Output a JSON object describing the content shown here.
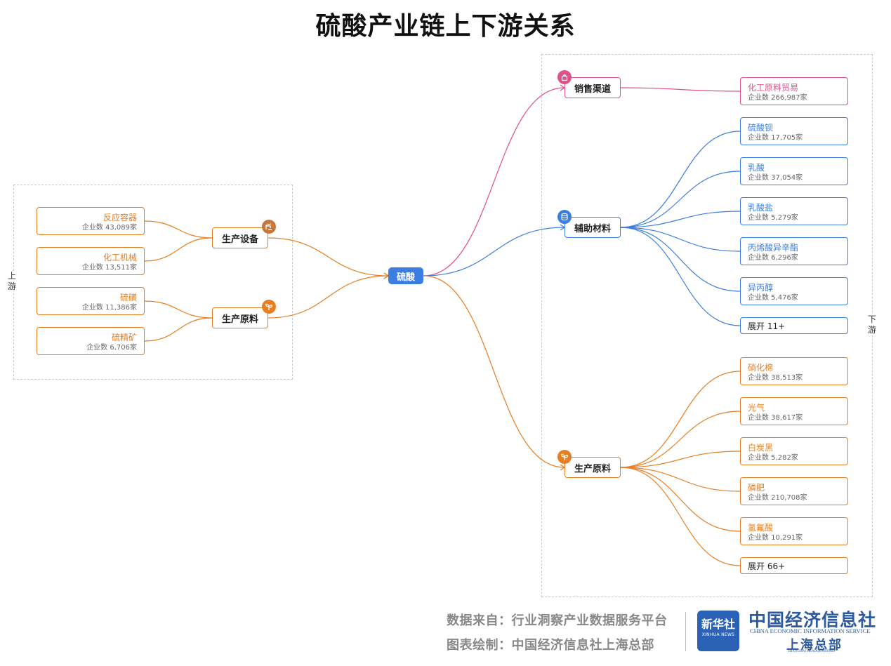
{
  "title": "硫酸产业链上下游关系",
  "labels": {
    "upstream": "上游",
    "downstream": "下游"
  },
  "root": "硫酸",
  "colors": {
    "orange": "#e67e22",
    "blue": "#3b7de0",
    "pink": "#e0508a"
  },
  "upstream": [
    {
      "name": "生产设备",
      "icon": "crane-icon",
      "children": [
        {
          "name": "反应容器",
          "count": "企业数 43,089家"
        },
        {
          "name": "化工机械",
          "count": "企业数 13,511家"
        }
      ]
    },
    {
      "name": "生产原料",
      "icon": "sprout-icon",
      "children": [
        {
          "name": "硫磺",
          "count": "企业数 11,386家"
        },
        {
          "name": "硫精矿",
          "count": "企业数 6,706家"
        }
      ]
    }
  ],
  "downstream": [
    {
      "name": "销售渠道",
      "icon": "shop-bag-icon",
      "color": "pink",
      "children": [
        {
          "name": "化工原料贸易",
          "count": "企业数 266,987家"
        }
      ]
    },
    {
      "name": "辅助材料",
      "icon": "database-icon",
      "color": "blue",
      "children": [
        {
          "name": "硫酸钡",
          "count": "企业数 17,705家"
        },
        {
          "name": "乳酸",
          "count": "企业数 37,054家"
        },
        {
          "name": "乳酸盐",
          "count": "企业数 5,279家"
        },
        {
          "name": "丙烯酸异辛酯",
          "count": "企业数 6,296家"
        },
        {
          "name": "异丙醇",
          "count": "企业数 5,476家"
        }
      ],
      "expand": "展开 11+"
    },
    {
      "name": "生产原料",
      "icon": "sprout-icon",
      "color": "orange",
      "children": [
        {
          "name": "硝化棉",
          "count": "企业数 38,513家"
        },
        {
          "name": "光气",
          "count": "企业数 38,617家"
        },
        {
          "name": "白炭黑",
          "count": "企业数 5,282家"
        },
        {
          "name": "磷肥",
          "count": "企业数 210,708家"
        },
        {
          "name": "氢氟酸",
          "count": "企业数 10,291家"
        }
      ],
      "expand": "展开 66+"
    }
  ],
  "footer": {
    "source": "数据来自：行业洞察产业数据服务平台",
    "author": "图表绘制：中国经济信息社上海总部",
    "xinhua_logo": {
      "cn": "新华社",
      "en": "XINHUA NEWS"
    },
    "ceis": {
      "cn": "中国经济信息社",
      "en": "CHINA ECONOMIC INFORMATION SERVICE",
      "branch": "上海总部",
      "branch_en": "SHANGHAI HEADQUARTERS"
    }
  }
}
